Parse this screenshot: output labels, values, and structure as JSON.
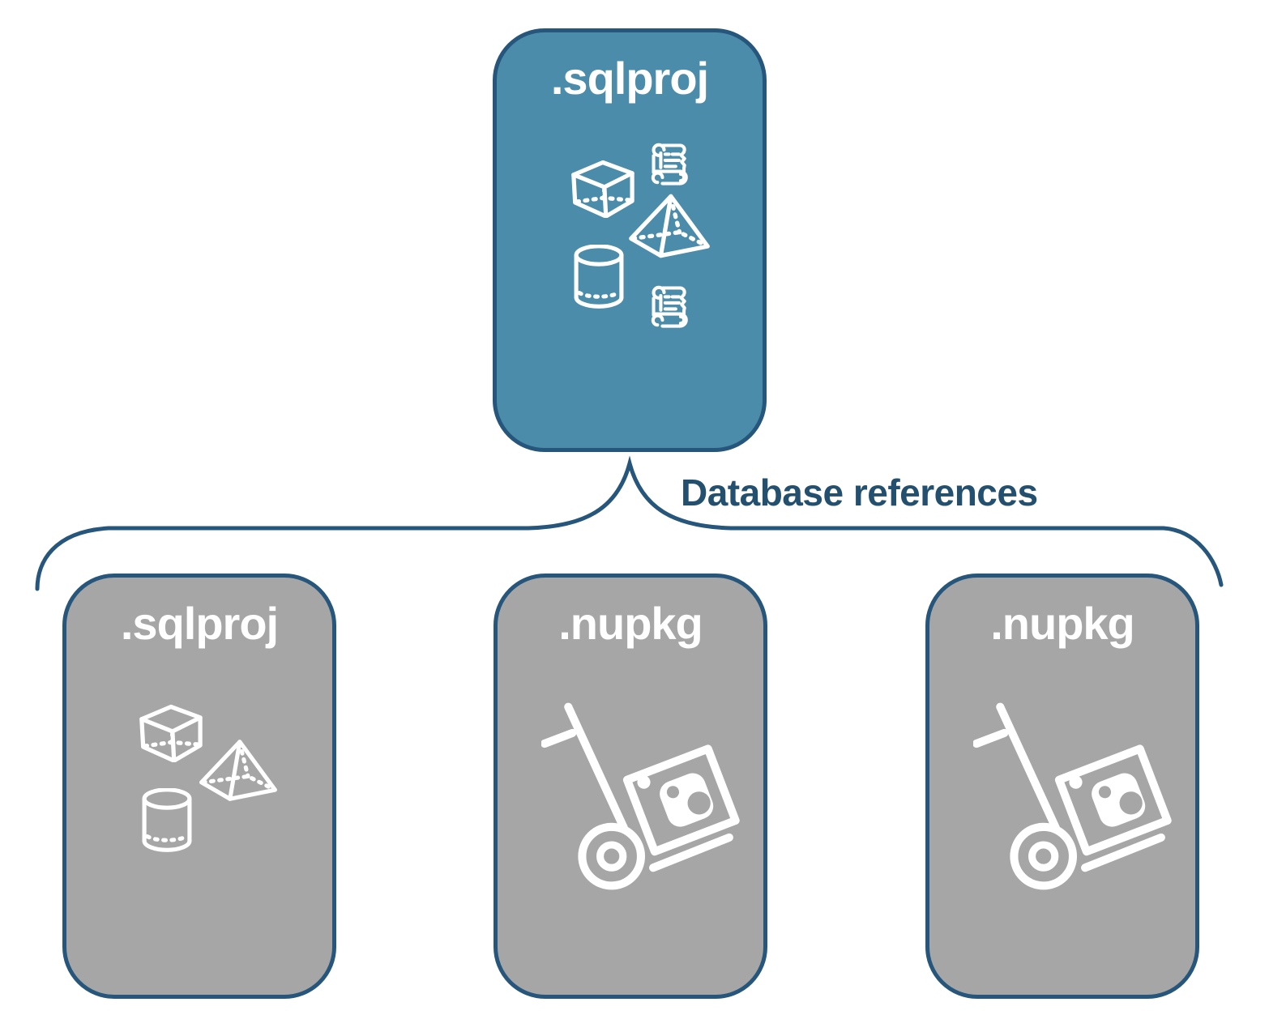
{
  "diagram": {
    "root_box": {
      "label": ".sqlproj",
      "icons": [
        "cube-icon",
        "script-scroll-icon",
        "pyramid-icon",
        "database-cylinder-icon",
        "script-scroll-icon"
      ]
    },
    "connector": {
      "label": "Database references"
    },
    "children": [
      {
        "label": ".sqlproj",
        "icons": [
          "cube-icon",
          "pyramid-icon",
          "database-cylinder-icon"
        ]
      },
      {
        "label": ".nupkg",
        "icons": [
          "hand-truck-package-icon"
        ]
      },
      {
        "label": ".nupkg",
        "icons": [
          "hand-truck-package-icon"
        ]
      }
    ],
    "colors": {
      "root_fill": "#4A8CAA",
      "child_fill": "#A6A6A6",
      "outline": "#26567B",
      "label_text": "#24506F",
      "icon_stroke": "#FFFFFF",
      "background": "#FFFFFF"
    }
  }
}
